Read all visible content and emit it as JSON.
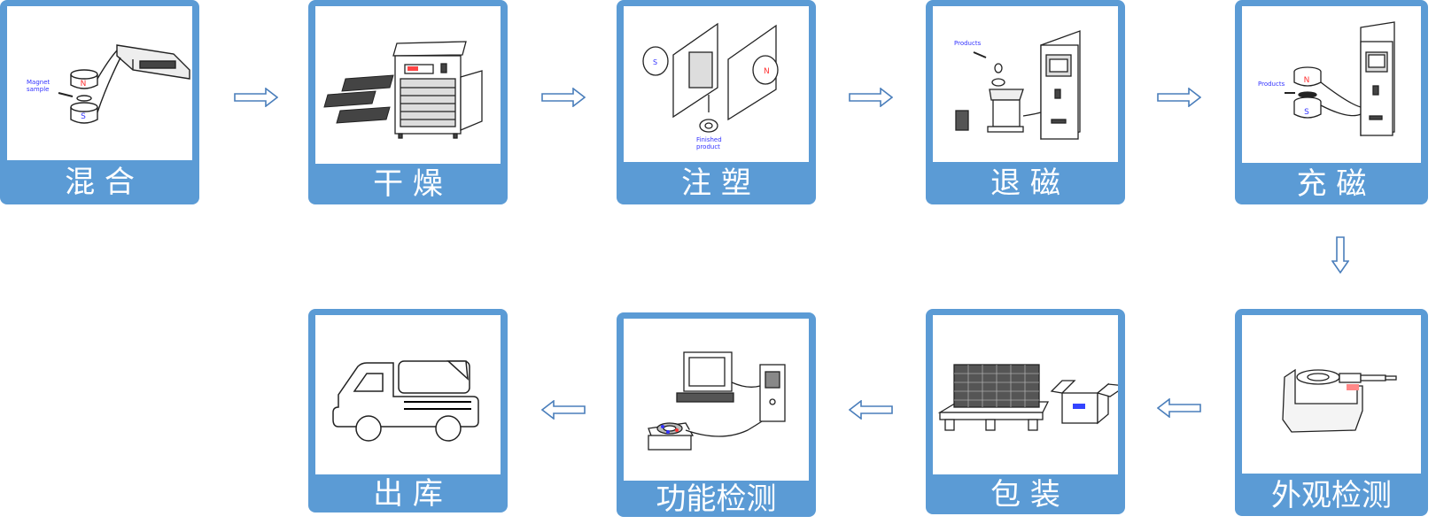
{
  "title": "Magnet production process flow",
  "colors": {
    "card": "#5b9bd5",
    "arrow": "#4a7ebb",
    "label_text": "#ffffff",
    "north": "#ff3333",
    "south": "#3333ff"
  },
  "steps": [
    {
      "label": "混 合",
      "illustration": "magnetizer-with-poles",
      "annotations": [
        "Magnet",
        "sample",
        "N",
        "S"
      ]
    },
    {
      "label": "干 燥",
      "illustration": "drying-oven-with-trays",
      "annotations": []
    },
    {
      "label": "注 塑",
      "illustration": "injection-mold",
      "annotations": [
        "S",
        "N",
        "Finished",
        "product"
      ]
    },
    {
      "label": "退 磁",
      "illustration": "demagnetizer-cabinet",
      "annotations": [
        "Products"
      ]
    },
    {
      "label": "充 磁",
      "illustration": "magnetizer-cabinet",
      "annotations": [
        "Products",
        "N",
        "S"
      ]
    },
    {
      "label": "外观检测",
      "illustration": "micrometer",
      "annotations": []
    },
    {
      "label": "包 装",
      "illustration": "pallet-and-box",
      "annotations": []
    },
    {
      "label": "功能检测",
      "illustration": "computer-test-station",
      "annotations": []
    },
    {
      "label": "出 库",
      "illustration": "truck",
      "annotations": []
    }
  ],
  "flow": [
    {
      "from": 1,
      "to": 2,
      "direction": "right"
    },
    {
      "from": 2,
      "to": 3,
      "direction": "right"
    },
    {
      "from": 3,
      "to": 4,
      "direction": "right"
    },
    {
      "from": 4,
      "to": 5,
      "direction": "right"
    },
    {
      "from": 5,
      "to": 6,
      "direction": "down"
    },
    {
      "from": 6,
      "to": 7,
      "direction": "left"
    },
    {
      "from": 7,
      "to": 8,
      "direction": "left"
    },
    {
      "from": 8,
      "to": 9,
      "direction": "left"
    }
  ]
}
